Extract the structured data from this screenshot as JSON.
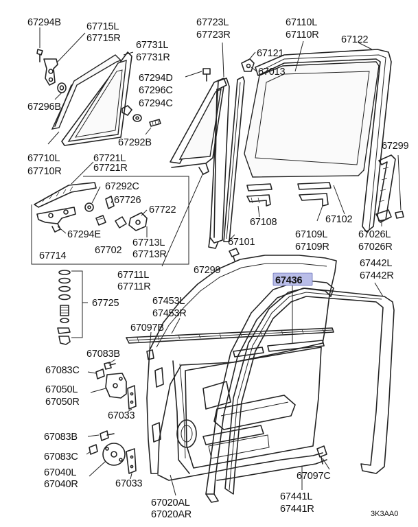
{
  "diagram": {
    "highlight_color": "#b9bde8",
    "highlighted_label": "67436",
    "corner_code": "3K3AA0",
    "labels": {
      "l67294b": "67294B",
      "l67715": "67715L",
      "l67715r": "67715R",
      "l67731": "67731L",
      "l67731r": "67731R",
      "l67723": "67723L",
      "l67723r": "67723R",
      "l67110": "67110L",
      "l67110r": "67110R",
      "l67122": "67122",
      "l67121": "67121",
      "l67013": "67013",
      "l67294d": "67294D",
      "l67296c": "67296C",
      "l67294c": "67294C",
      "l67296b": "67296B",
      "l67292b": "67292B",
      "l67710": "67710L",
      "l67710r": "67710R",
      "l67721": "67721L",
      "l67721r": "67721R",
      "l67299a": "67299",
      "l67292c": "67292C",
      "l67726": "67726",
      "l67722": "67722",
      "l67294e": "67294E",
      "l67702": "67702",
      "l67713": "67713L",
      "l67713r": "67713R",
      "l67714": "67714",
      "l67108": "67108",
      "l67109": "67109L",
      "l67109r": "67109R",
      "l67102": "67102",
      "l67026": "67026L",
      "l67026r": "67026R",
      "l67101": "67101",
      "l67299b": "67299",
      "l67711": "67711L",
      "l67711r": "67711R",
      "l67436": "67436",
      "l67442": "67442L",
      "l67442r": "67442R",
      "l67725": "67725",
      "l67453": "67453L",
      "l67453r": "67453R",
      "l67097b": "67097B",
      "l67083b1": "67083B",
      "l67083c1": "67083C",
      "l67050": "67050L",
      "l67050r": "67050R",
      "l67033a": "67033",
      "l67083b2": "67083B",
      "l67083c2": "67083C",
      "l67040": "67040L",
      "l67040r": "67040R",
      "l67033b": "67033",
      "l67097c": "67097C",
      "l67020": "67020AL",
      "l67020r": "67020AR",
      "l67441": "67441L",
      "l67441r": "67441R"
    }
  }
}
